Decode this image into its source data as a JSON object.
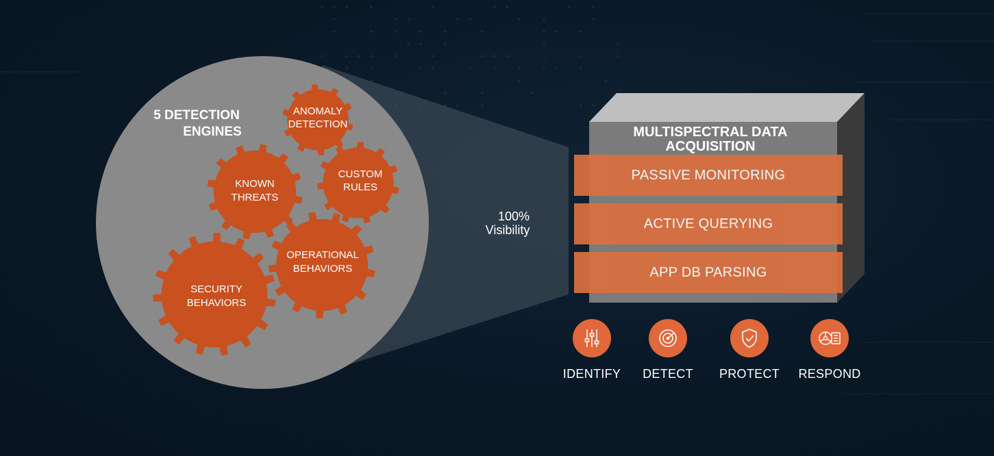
{
  "engines": {
    "title_line1": "5 DETECTION",
    "title_line2": "ENGINES",
    "gears": [
      {
        "line1": "ANOMALY",
        "line2": "DETECTION"
      },
      {
        "line1": "KNOWN",
        "line2": "THREATS"
      },
      {
        "line1": "CUSTOM",
        "line2": "RULES"
      },
      {
        "line1": "OPERATIONAL",
        "line2": "BEHAVIORS"
      },
      {
        "line1": "SECURITY",
        "line2": "BEHAVIORS"
      }
    ]
  },
  "visibility": {
    "line1": "100%",
    "line2": "Visibility"
  },
  "box": {
    "title_line1": "MULTISPECTRAL DATA",
    "title_line2": "ACQUISITION",
    "layers": [
      "PASSIVE MONITORING",
      "ACTIVE QUERYING",
      "APP DB PARSING"
    ]
  },
  "actions": [
    {
      "label": "IDENTIFY",
      "icon": "sliders-icon"
    },
    {
      "label": "DETECT",
      "icon": "radar-icon"
    },
    {
      "label": "PROTECT",
      "icon": "shield-check-icon"
    },
    {
      "label": "RESPOND",
      "icon": "biohazard-report-icon"
    }
  ],
  "colors": {
    "gear": "#c8511f",
    "layer": "#d97040",
    "icon": "#e0683a",
    "circle": "#8a8a8a"
  }
}
